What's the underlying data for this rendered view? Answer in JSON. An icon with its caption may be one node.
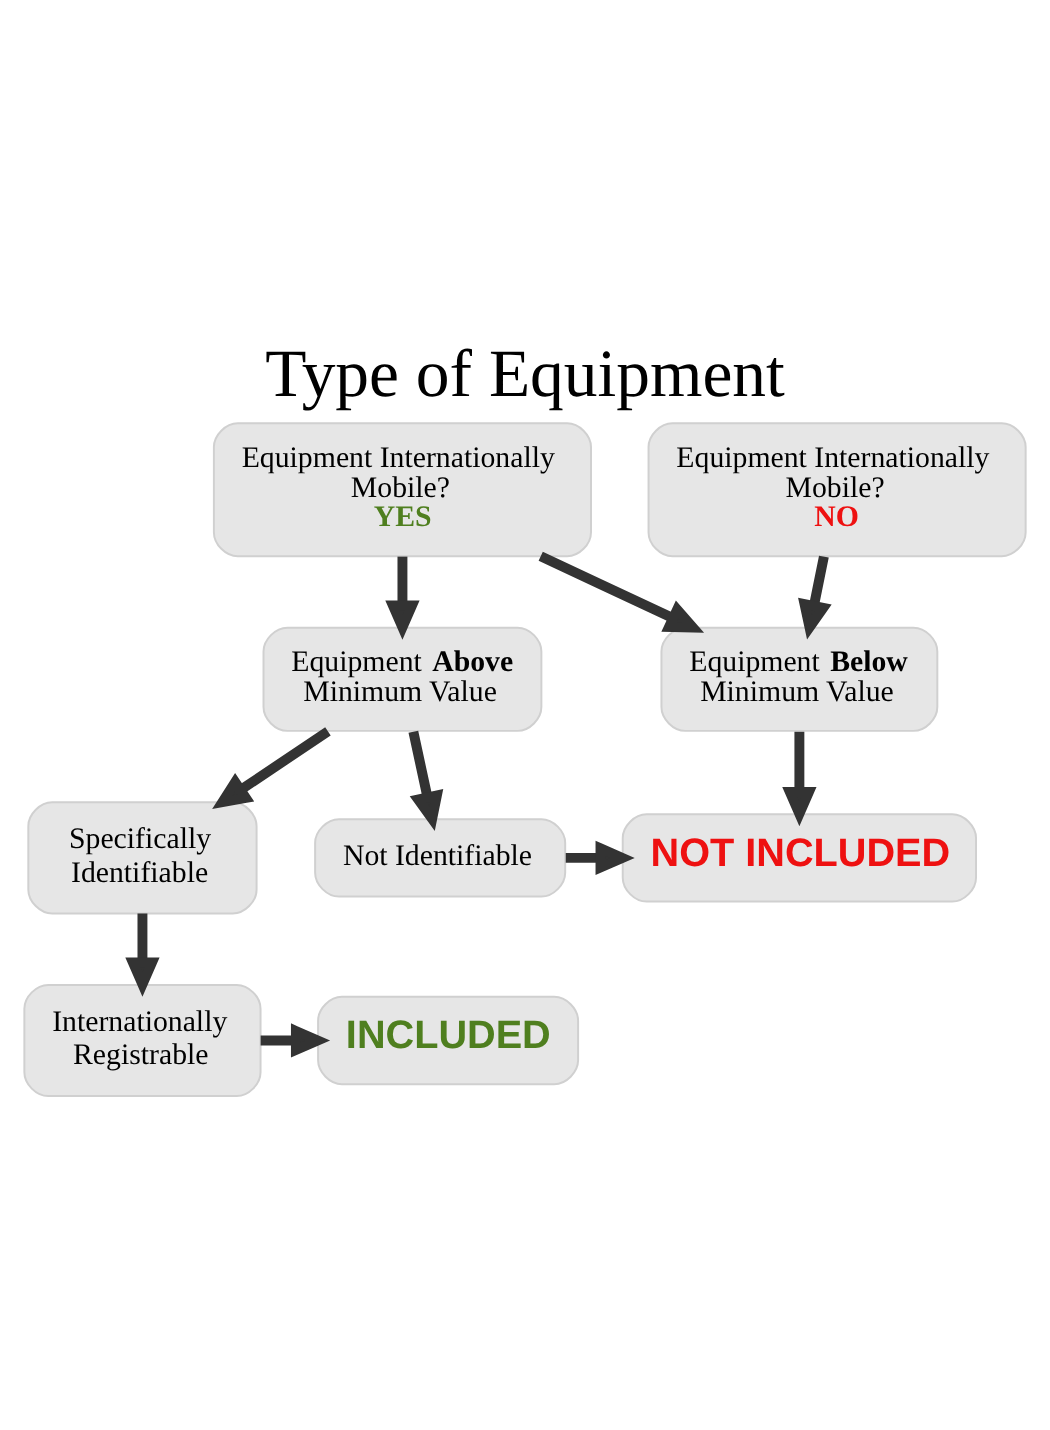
{
  "diagram": {
    "title": "Type of Equipment",
    "nodes": [
      {
        "text": [
          "Equipment Internationally Mobile?",
          "YES"
        ]
      },
      {
        "text": [
          "Equipment Internationally Mobile?",
          "NO"
        ]
      },
      {
        "text": [
          "Equipment **Above** Minimum Value"
        ]
      },
      {
        "text": [
          "Equipment **Below** Minimum Value"
        ]
      },
      {
        "text": [
          "Specifically Identifiable"
        ]
      },
      {
        "text": [
          "Not Identifiable"
        ]
      },
      {
        "text": [
          "NOT INCLUDED"
        ]
      },
      {
        "text": [
          "Internationally Registrable"
        ]
      },
      {
        "text": [
          "INCLUDED"
        ]
      }
    ],
    "edges": [
      {
        "from": 0,
        "to": 2,
        "arrow": "to"
      },
      {
        "from": 0,
        "to": 3,
        "arrow": "to"
      },
      {
        "from": 1,
        "to": 3,
        "arrow": "to"
      },
      {
        "from": 2,
        "to": 4,
        "arrow": "to"
      },
      {
        "from": 2,
        "to": 5,
        "arrow": "to"
      },
      {
        "from": 3,
        "to": 6,
        "arrow": "to"
      },
      {
        "from": 5,
        "to": 6,
        "arrow": "to"
      },
      {
        "from": 4,
        "to": 7,
        "arrow": "to"
      },
      {
        "from": 7,
        "to": 8,
        "arrow": "to"
      }
    ]
  }
}
